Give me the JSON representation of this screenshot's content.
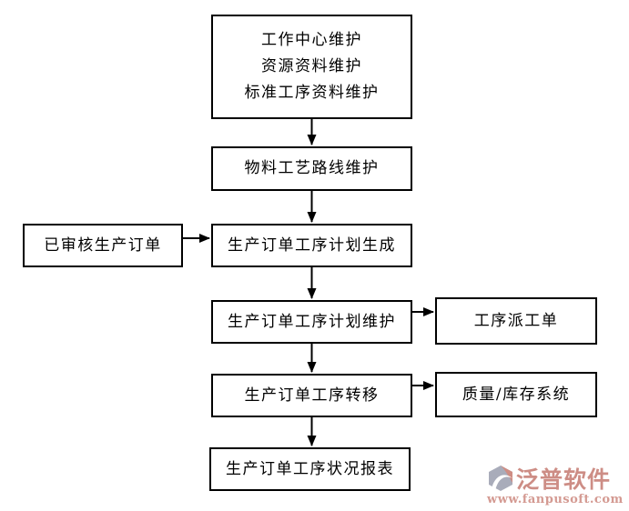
{
  "flowchart": {
    "master_data_box": {
      "line1": "工作中心维护",
      "line2": "资源资料维护",
      "line3": "标准工序资料维护"
    },
    "material_routing": "物料工艺路线维护",
    "reviewed_order": "已审核生产订单",
    "plan_generation": "生产订单工序计划生成",
    "plan_maintenance": "生产订单工序计划维护",
    "dispatch_order": "工序派工单",
    "process_transfer": "生产订单工序转移",
    "quality_inventory": "质量/库存系统",
    "status_report": "生产订单工序状况报表",
    "line_color": "#000000",
    "box_fill": "#ffffff"
  },
  "watermark": {
    "brand": "泛普软件",
    "url": "www.fanpusoft.com",
    "brand_color": "#cd8d85",
    "icon_gray": "#a9acba",
    "icon_salmon": "#cf8d84"
  }
}
